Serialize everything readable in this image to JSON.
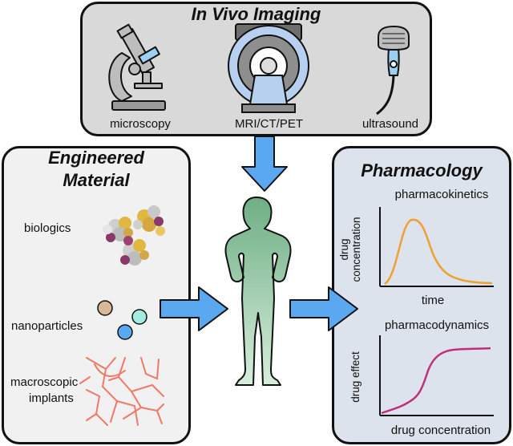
{
  "imaging": {
    "title": "In Vivo Imaging",
    "items": [
      {
        "label": "microscopy",
        "icon": "microscope-icon"
      },
      {
        "label": "MRI/CT/PET",
        "icon": "scanner-icon"
      },
      {
        "label": "ultrasound",
        "icon": "ultrasound-probe-icon"
      }
    ]
  },
  "material": {
    "title_line1": "Engineered",
    "title_line2": "Material",
    "items": [
      {
        "label": "biologics",
        "icon": "protein-icon"
      },
      {
        "label": "nanoparticles",
        "icon": "nanoparticles-icon"
      },
      {
        "label_line1": "macroscopic",
        "label_line2": "implants",
        "icon": "implant-mesh-icon"
      }
    ]
  },
  "pharmacology": {
    "title": "Pharmacology",
    "pk": {
      "title": "pharmacokinetics",
      "ylabel_line1": "drug",
      "ylabel_line2": "concentration",
      "xlabel": "time"
    },
    "pd": {
      "title": "pharmacodynamics",
      "ylabel": "drug effect",
      "xlabel": "drug concentration"
    }
  },
  "center": {
    "figure_icon": "human-figure-icon"
  },
  "colors": {
    "arrow": "#5aa8ef",
    "figure": "#9ccfaa",
    "pk_curve": "#f0a030",
    "pd_curve": "#c0307a",
    "nanoparticle_1": "#d8b896",
    "nanoparticle_2": "#a4ece2",
    "nanoparticle_3": "#5aa8ef",
    "implant": "#f07868",
    "scanner_bore": "#b8d0f0"
  }
}
